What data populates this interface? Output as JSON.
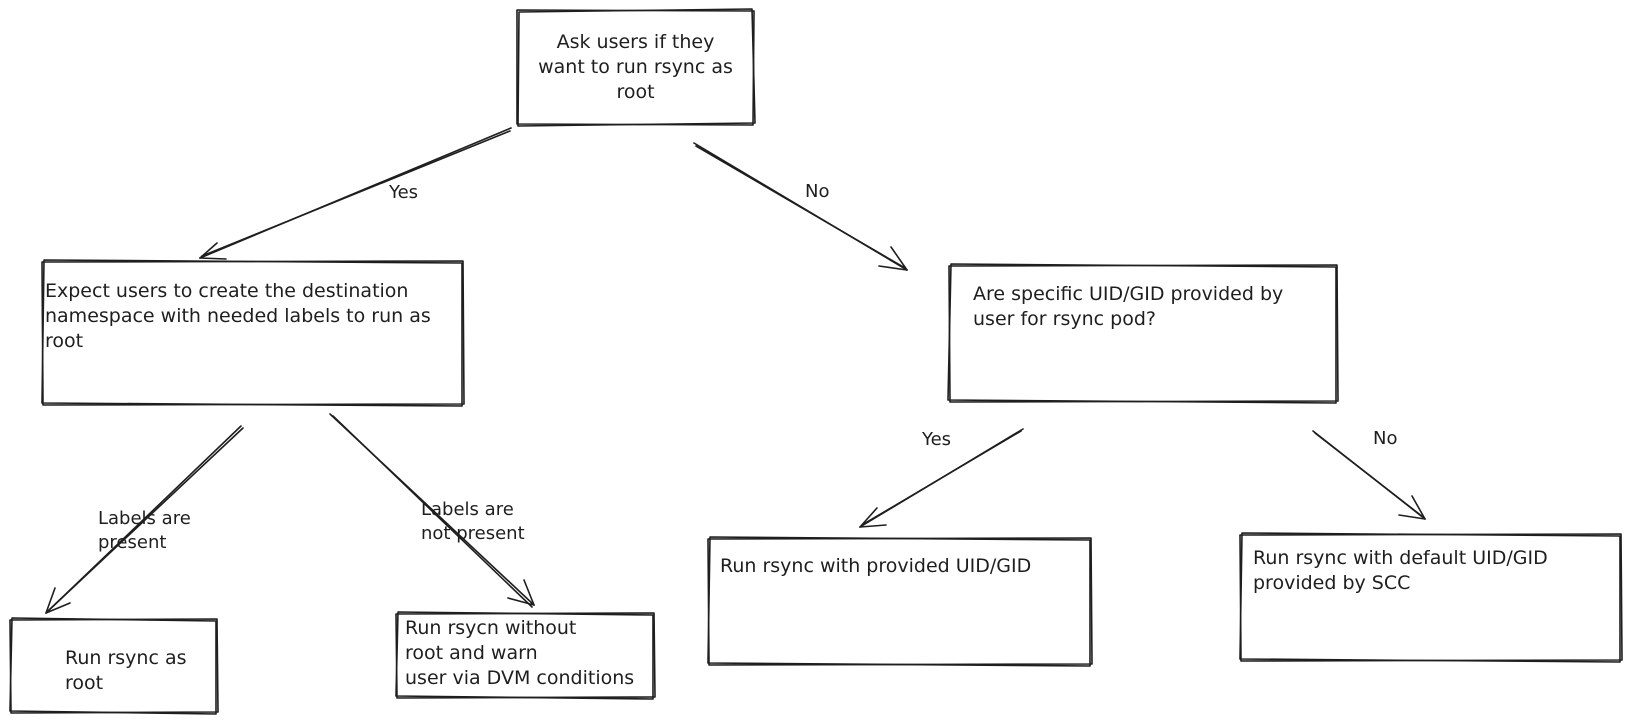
{
  "nodes": {
    "ask_root": "Ask users if they\nwant to run rsync as\nroot",
    "expect_labels": "Expect users to create the destination\nnamespace with needed labels to run as\nroot",
    "uid_gid_question": "Are specific UID/GID provided by\nuser for rsync pod?",
    "run_as_root": "Run rsync as\nroot",
    "run_without_root": "Run rsycn without\nroot and warn\nuser via DVM conditions",
    "run_provided_uid": "Run rsync with provided UID/GID",
    "run_default_uid": "Run rsync with default UID/GID\nprovided by SCC"
  },
  "edges": {
    "ask_yes": "Yes",
    "ask_no": "No",
    "labels_present": "Labels are\npresent",
    "labels_not_present": "Labels are\nnot present",
    "uid_yes": "Yes",
    "uid_no": "No"
  },
  "colors": {
    "stroke": "#1e1e1e",
    "background": "#ffffff"
  }
}
